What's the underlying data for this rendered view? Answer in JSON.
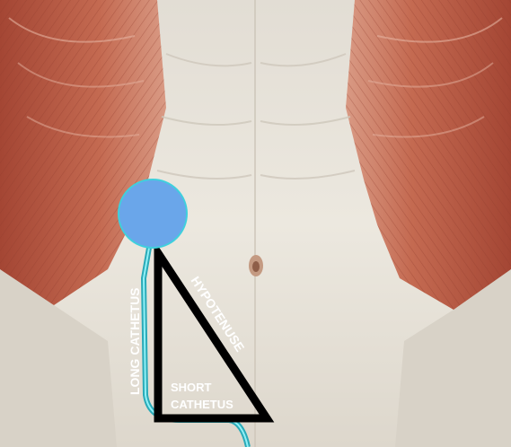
{
  "labels": {
    "long_cathetus": "LONG CATHETUS",
    "hypotenuse": "HYPOTENUSE",
    "short_cathetus_line1": "SHORT",
    "short_cathetus_line2": "CATHETUS"
  },
  "colors": {
    "background": "#ffffff",
    "muscle_red": "#b5533f",
    "muscle_light": "#cf7f66",
    "fascia_pale": "#e7e2d9",
    "triangle_stroke": "#000000",
    "catheter_cyan": "#3fd0dd",
    "circle_fill": "#6aa6ea",
    "circle_stroke": "#3fd0dd"
  }
}
